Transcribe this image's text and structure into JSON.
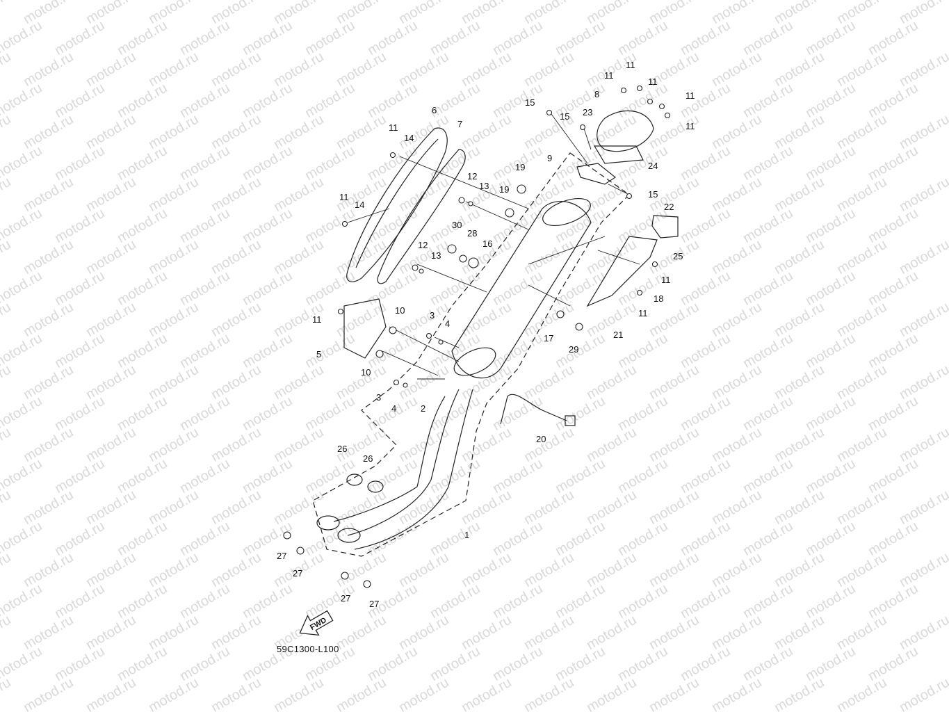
{
  "watermark": {
    "text": "motod.ru"
  },
  "diagram_code": "59C1300-L100",
  "fwd_arrow": {
    "text": "FWD"
  },
  "callouts": {
    "c1": "1",
    "c2": "2",
    "c3a": "3",
    "c3b": "3",
    "c4a": "4",
    "c4b": "4",
    "c5": "5",
    "c6": "6",
    "c7": "7",
    "c8": "8",
    "c9": "9",
    "c10a": "10",
    "c10b": "10",
    "c11a": "11",
    "c11b": "11",
    "c11c": "11",
    "c11d": "11",
    "c11e": "11",
    "c11f": "11",
    "c11g": "11",
    "c11h": "11",
    "c11i": "11",
    "c11j": "11",
    "c12a": "12",
    "c12b": "12",
    "c13a": "13",
    "c13b": "13",
    "c14a": "14",
    "c14b": "14",
    "c15a": "15",
    "c15b": "15",
    "c15c": "15",
    "c16": "16",
    "c17": "17",
    "c18": "18",
    "c19a": "19",
    "c19b": "19",
    "c20": "20",
    "c21": "21",
    "c22": "22",
    "c23": "23",
    "c24": "24",
    "c25": "25",
    "c26a": "26",
    "c26b": "26",
    "c27a": "27",
    "c27b": "27",
    "c27c": "27",
    "c27d": "27",
    "c28": "28",
    "c29": "29",
    "c30": "30"
  }
}
